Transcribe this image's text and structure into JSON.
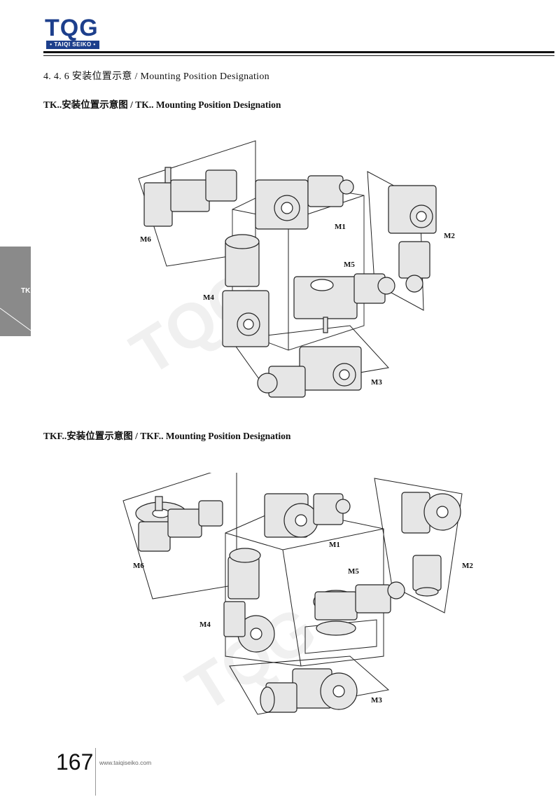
{
  "header": {
    "logo_text": "TQG",
    "logo_sub": "• TAIQI SEIKO •",
    "brand_color": "#1d3f8c"
  },
  "side_tab": {
    "label": "TK"
  },
  "section_title": "4. 4. 6  安装位置示意  /  Mounting Position Designation",
  "subtitle_tk": "TK..安装位置示意图 / TK.. Mounting Position Designation",
  "subtitle_tkf": "TKF..安装位置示意图  /  TKF.. Mounting Position Designation",
  "positions_tk": [
    "M1",
    "M2",
    "M3",
    "M4",
    "M5",
    "M6"
  ],
  "positions_tkf": [
    "M1",
    "M2",
    "M3",
    "M4",
    "M5",
    "M6"
  ],
  "watermark": "TQG",
  "footer": {
    "page_number": "167",
    "url": "www.taiqiseiko.com"
  }
}
